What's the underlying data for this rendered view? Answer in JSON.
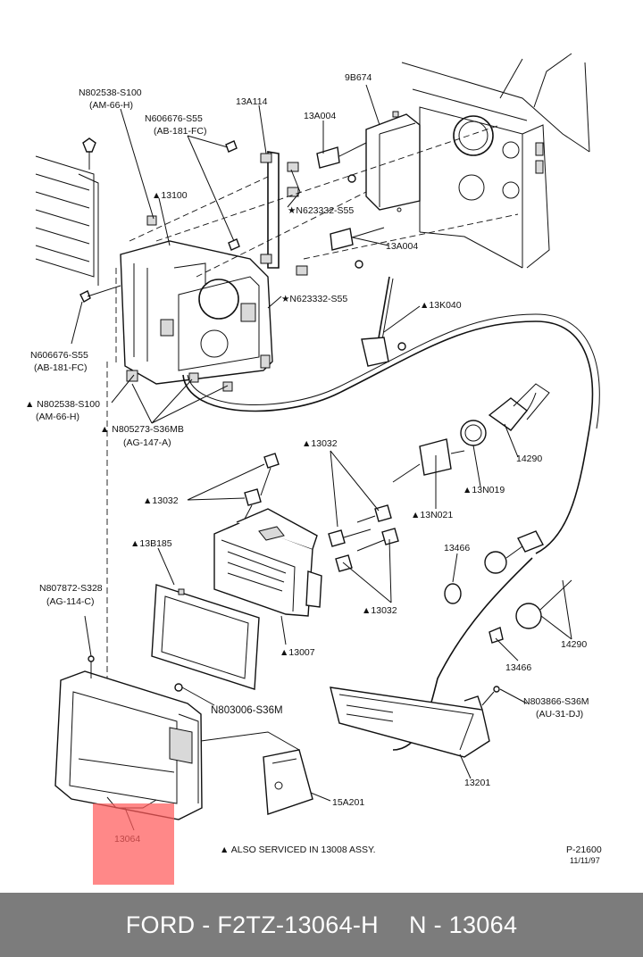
{
  "diagram": {
    "part_labels": {
      "n802538_top": "N802538-S100",
      "am66_top": "(AM-66-H)",
      "p13a114": "13A114",
      "p9b674": "9B674",
      "n606676_top": "N606676-S55",
      "ab181_top": "(AB-181-FC)",
      "p13a004_top": "13A004",
      "p13100": "▲13100",
      "n623332_a": "★N623332-S55",
      "p13a004_mid": "13A004",
      "n623332_b": "★N623332-S55",
      "n606676_left": "N606676-S55",
      "ab181_left": "(AB-181-FC)",
      "p13k040": "▲13K040",
      "n802538_left": "▲ N802538-S100",
      "am66_left": "(AM-66-H)",
      "n805273": "▲ N805273-S36MB",
      "ag147": "(AG-147-A)",
      "p13032_top": "▲13032",
      "p14290_top": "14290",
      "p13032_left": "▲13032",
      "p13n019": "▲13N019",
      "p13n021": "▲13N021",
      "p13b185": "▲13B185",
      "p13466_top": "13466",
      "n807872": "N807872-S328",
      "ag114": "(AG-114-C)",
      "p13032_low": "▲13032",
      "p13007": "▲13007",
      "p14290_right": "14290",
      "p13466_low": "13466",
      "n803006": "N803006-S36M",
      "n803866": "N803866-S36M",
      "au31": "(AU-31-DJ)",
      "p15a201": "15A201",
      "p13201": "13201",
      "p13064": "13064"
    },
    "note": "▲ ALSO SERVICED IN 13008 ASSY.",
    "figure_id": "P-21600",
    "figure_date": "11/11/97"
  },
  "footer": {
    "left": "FORD - F2TZ-13064-H",
    "right": "N - 13064"
  },
  "colors": {
    "highlight": "#ff5a5a",
    "footer_bg": "#7c7c7c",
    "footer_text": "#ffffff"
  }
}
